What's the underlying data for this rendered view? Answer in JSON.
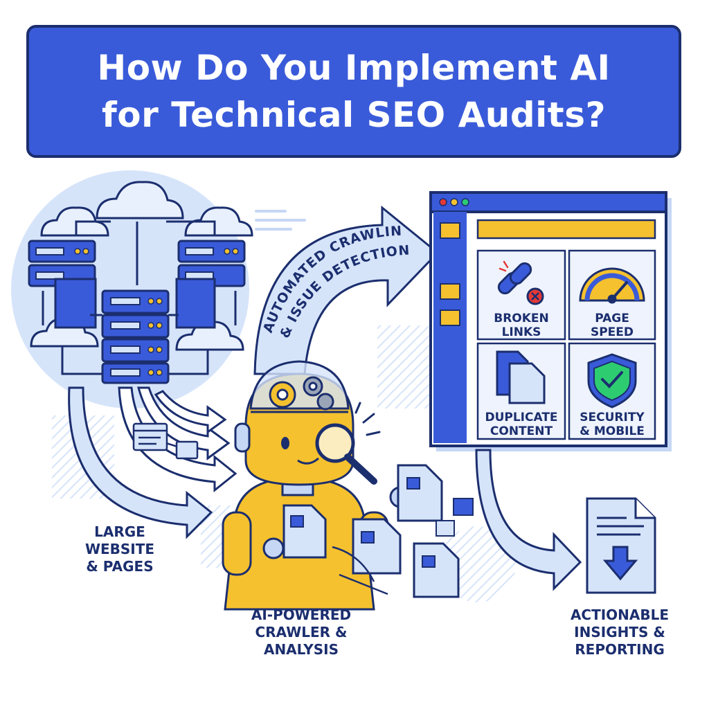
{
  "title": {
    "line1": "How Do You Implement AI",
    "line2": "for Technical SEO Audits?"
  },
  "flow_arrow": {
    "line1": "AUTOMATED CRAWLING",
    "line2": "& ISSUE DETECTION"
  },
  "dashboard": {
    "tiles": [
      {
        "line1": "BROKEN",
        "line2": "LINKS",
        "icon": "broken-link-icon"
      },
      {
        "line1": "PAGE",
        "line2": "SPEED",
        "icon": "speedometer-icon"
      },
      {
        "line1": "DUPLICATE",
        "line2": "CONTENT",
        "icon": "duplicate-docs-icon"
      },
      {
        "line1": "SECURITY",
        "line2": "& MOBILE",
        "icon": "shield-check-icon"
      }
    ]
  },
  "stages": {
    "website": {
      "line1": "LARGE",
      "line2": "WEBSITE",
      "line3": "& PAGES"
    },
    "crawler": {
      "line1": "AI-POWERED",
      "line2": "CRAWLER &",
      "line3": "ANALYSIS"
    },
    "report": {
      "line1": "ACTIONABLE",
      "line2": "INSIGHTS &",
      "line3": "REPORTING"
    }
  },
  "colors": {
    "primary_blue": "#3a5bd9",
    "navy_outline": "#1b2e6e",
    "light_blue": "#d6e4fa",
    "yellow": "#f5c12e",
    "red_x": "#e53935",
    "green_check": "#2ecc71"
  }
}
